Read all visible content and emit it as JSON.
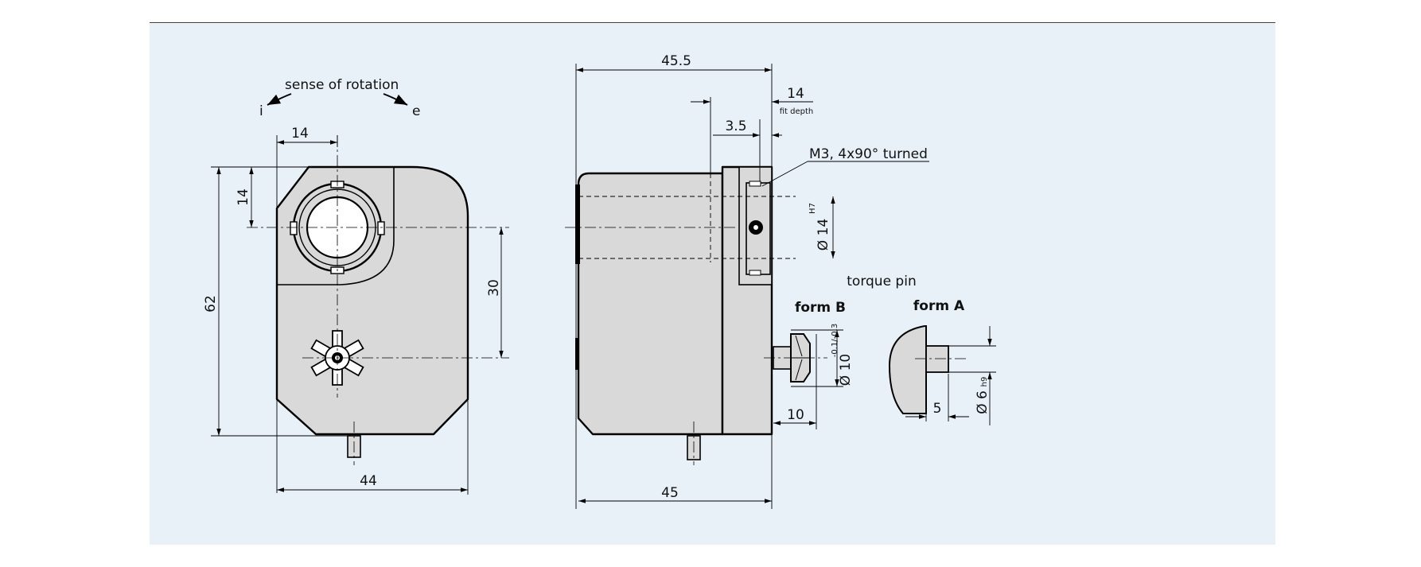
{
  "labels": {
    "sense_of_rotation": "sense of rotation",
    "i": "i",
    "e": "e",
    "torque_pin": "torque pin",
    "form_a": "form A",
    "form_b": "form B",
    "thread_note": "M3, 4x90° turned",
    "fit_depth": "fit depth"
  },
  "dimensions": {
    "front_top_width": "14",
    "front_left_height": "14",
    "front_height_total": "62",
    "front_pin_offset": "30",
    "front_width": "44",
    "side_total_length": "45.5",
    "side_fit_depth": "14",
    "side_flange": "3.5",
    "side_bore": "Ø 14",
    "side_bore_tol": "H7",
    "side_length_bottom": "45",
    "form_b_pin_diameter": "Ø 10",
    "form_b_pin_tol": "-0.1/-0.3",
    "form_b_length": "10",
    "form_a_length": "5",
    "form_a_diameter": "Ø 6",
    "form_a_tol": "h9"
  },
  "colors": {
    "background": "#e8f1f8",
    "body_fill": "#d9d9d9",
    "line": "#000000"
  }
}
